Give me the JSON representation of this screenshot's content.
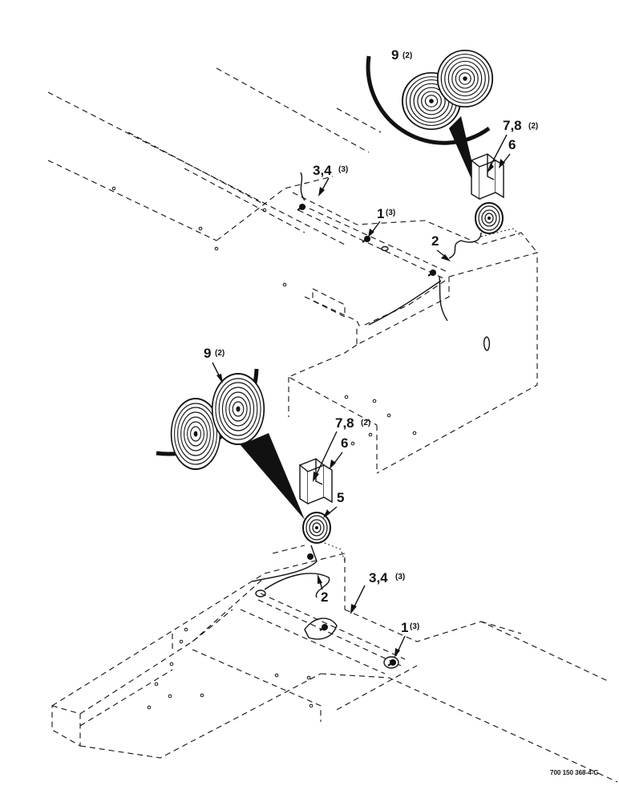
{
  "callouts": {
    "top": {
      "lens_num": "9",
      "lens_qty": "(2)",
      "fastener_num": "7,8",
      "fastener_qty": "(2)",
      "bracket_num": "6",
      "screw_num": "3,4",
      "screw_qty": "(3)",
      "item1_num": "1",
      "item1_qty": "(3)",
      "harness_num": "2"
    },
    "bottom": {
      "lens_num": "9",
      "lens_qty": "(2)",
      "fastener_num": "7,8",
      "fastener_qty": "(2)",
      "bracket_num": "6",
      "lamp_num": "5",
      "harness_num": "2",
      "screw_num": "3,4",
      "screw_qty": "(3)",
      "item1_num": "1",
      "item1_qty": "(3)"
    }
  },
  "drawing_code": "700 150 368-4-G"
}
